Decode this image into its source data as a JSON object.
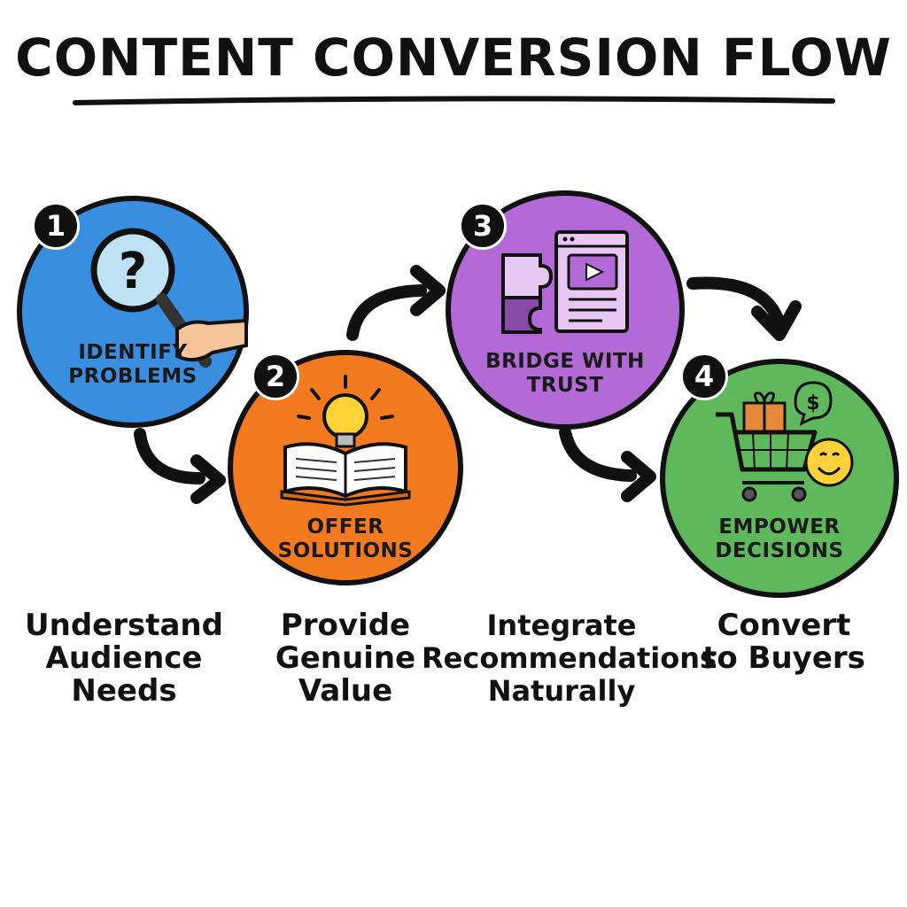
{
  "title": "CONTENT CONVERSION FLOW",
  "colors": {
    "step1": "#3a8ee0",
    "step2": "#f47a20",
    "step3": "#b46ad6",
    "step4": "#5fb85c",
    "ink": "#111111"
  },
  "steps": [
    {
      "number": "1",
      "label_line1": "IDENTIFY",
      "label_line2": "PROBLEMS",
      "caption_line1": "Understand",
      "caption_line2": "Audience",
      "caption_line3": "Needs",
      "icon": "magnifying-glass-question-icon"
    },
    {
      "number": "2",
      "label_line1": "OFFER",
      "label_line2": "SOLUTIONS",
      "caption_line1": "Provide",
      "caption_line2": "Genuine",
      "caption_line3": "Value",
      "icon": "lightbulb-book-icon"
    },
    {
      "number": "3",
      "label_line1": "BRIDGE WITH",
      "label_line2": "TRUST",
      "caption_line1": "Integrate",
      "caption_line2": "Recommendations",
      "caption_line3": "Naturally",
      "icon": "puzzle-video-icon"
    },
    {
      "number": "4",
      "label_line1": "EMPOWER",
      "label_line2": "DECISIONS",
      "caption_line1": "Convert",
      "caption_line2": "to Buyers",
      "icon": "shopping-cart-icon"
    }
  ]
}
